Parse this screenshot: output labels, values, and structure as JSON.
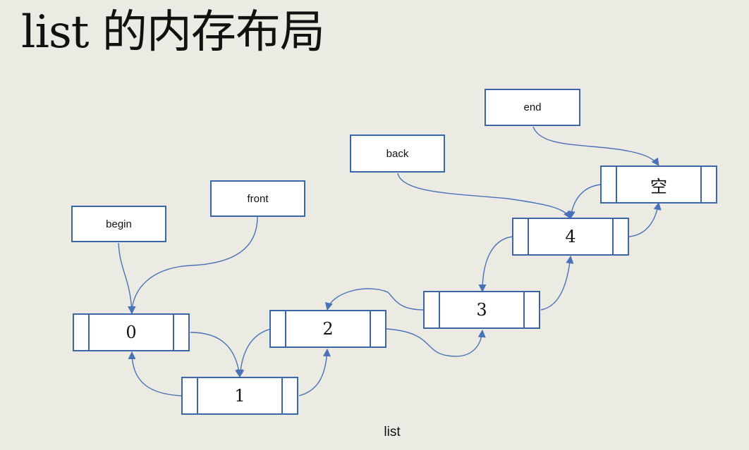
{
  "title": "list 的内存布局",
  "pointers": {
    "begin": "begin",
    "front": "front",
    "back": "back",
    "end": "end"
  },
  "nodes": {
    "n0": "0",
    "n1": "1",
    "n2": "2",
    "n3": "3",
    "n4": "4",
    "empty": "空"
  },
  "caption": "list",
  "colors": {
    "line": "#4a72b8",
    "border": "#3c67a7",
    "background": "#ecebe3"
  }
}
